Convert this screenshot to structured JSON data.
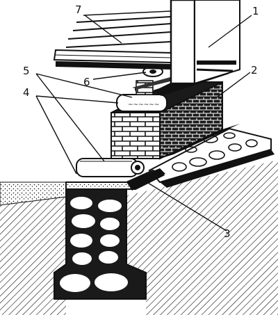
{
  "diagram": {
    "callouts": [
      {
        "id": "c1",
        "label": "1"
      },
      {
        "id": "c2",
        "label": "2"
      },
      {
        "id": "c3",
        "label": "3"
      },
      {
        "id": "c4",
        "label": "4"
      },
      {
        "id": "c5",
        "label": "5"
      },
      {
        "id": "c6",
        "label": "6"
      },
      {
        "id": "c7",
        "label": "7"
      }
    ]
  },
  "colors": {
    "ink": "#111111",
    "paper": "#ffffff"
  }
}
